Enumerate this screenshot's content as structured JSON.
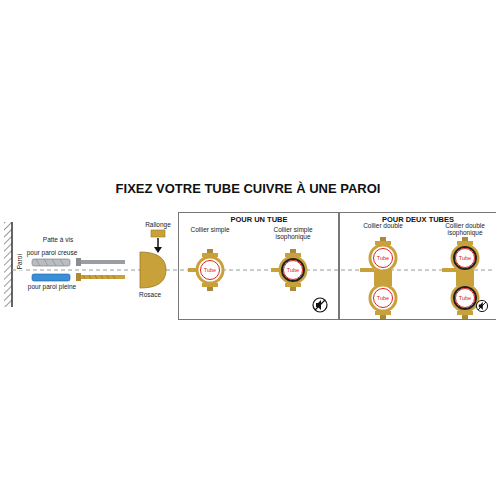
{
  "diagram": {
    "title": "FIXEZ VOTRE TUBE CUIVRE À UNE PAROI",
    "nodes": [
      {
        "text": [
          "POUR UN TUBE"
        ]
      },
      {
        "text": [
          "Tube"
        ],
        "in": 0
      },
      {
        "text": [
          "Tube"
        ],
        "in": 0
      },
      {
        "text": [
          "POUR DEUX TUBES"
        ]
      },
      {
        "text": [
          "Tube"
        ],
        "in": 3
      },
      {
        "text": [
          "Tube"
        ],
        "in": 3
      },
      {
        "text": [
          "Tube"
        ],
        "in": 3
      },
      {
        "text": [
          "Tube"
        ],
        "in": 3
      }
    ],
    "labels": [
      "Paroi",
      "Patte à vis",
      "pour paroi creuse",
      "pour paroi pleine",
      "Rallonge",
      "Rosace",
      "Collier simple",
      "Collier simple isophonique",
      "Collier double",
      "Collier double isophonique"
    ]
  }
}
